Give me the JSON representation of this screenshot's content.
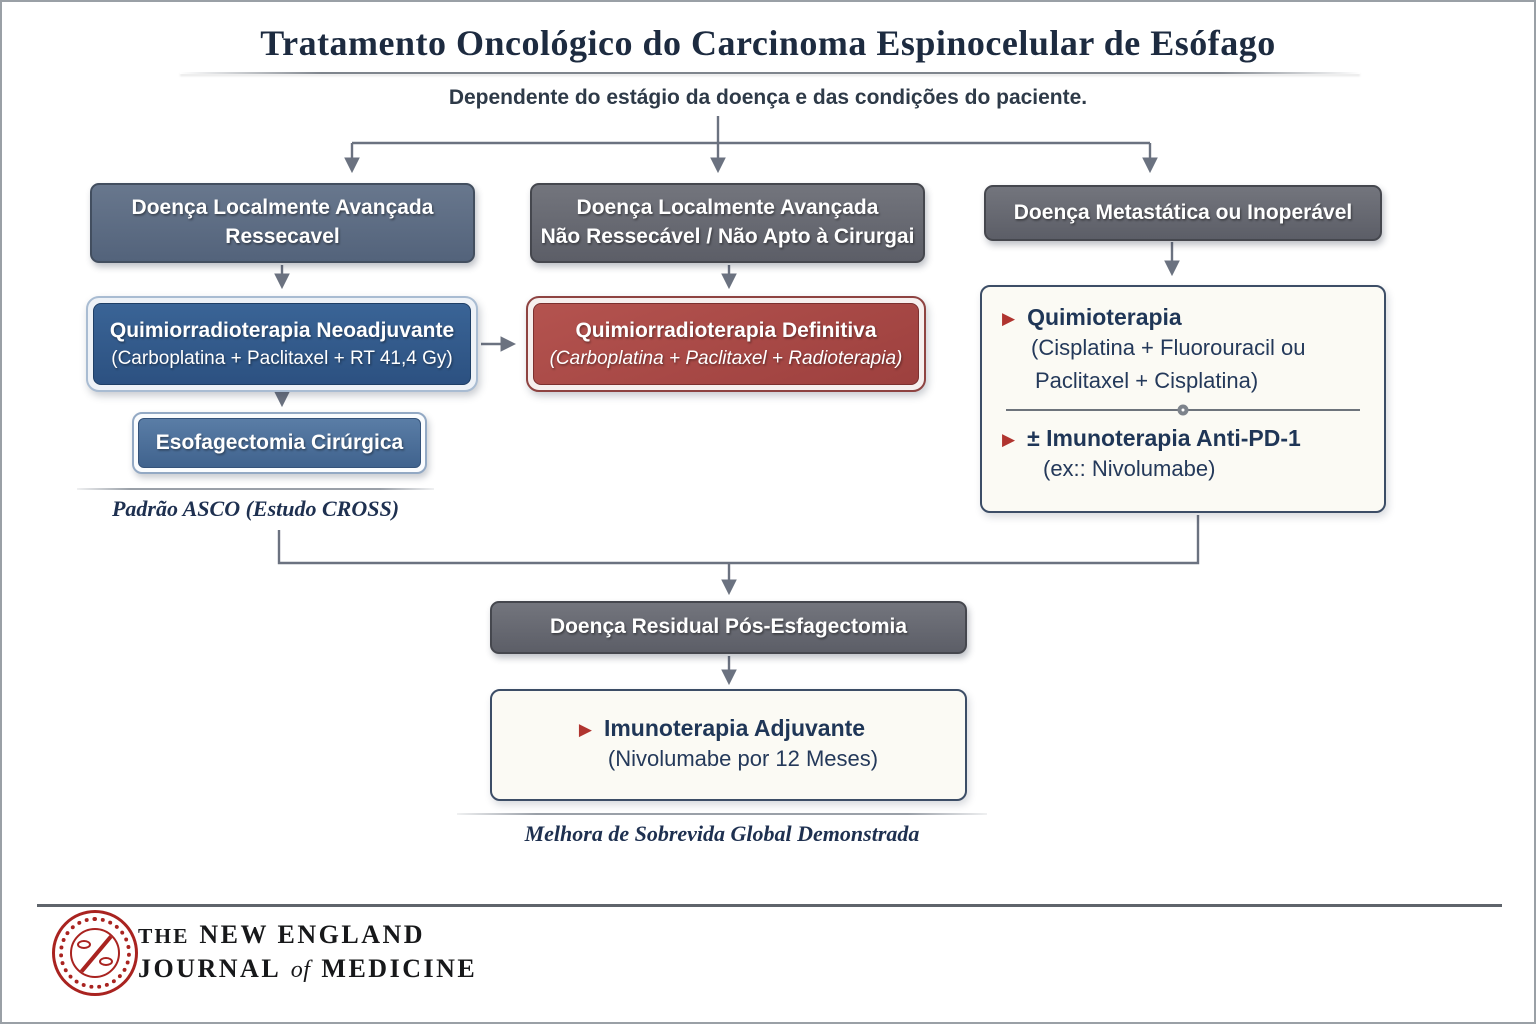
{
  "title": "Tratamento Oncológico do Carcinoma Espinocelular de Esófago",
  "subtitle": "Dependente do estágio da doença e das condições do paciente.",
  "flow": {
    "left": {
      "header_line1": "Doença Localmente Avançada",
      "header_line2": "Ressecavel",
      "treatment_title": "Quimiorradioterapia Neoadjuvante",
      "treatment_detail": "(Carboplatina + Paclitaxel + RT 41,4 Gy)",
      "surgery": "Esofagectomia Cirúrgica",
      "caption": "Padrão ASCO (Estudo CROSS)"
    },
    "middle": {
      "header_line1": "Doença Localmente Avançada",
      "header_line2": "Não Ressecável / Não Apto à Cirurgai",
      "treatment_title": "Quimiorradioterapia Definitiva",
      "treatment_detail": "(Carboplatina + Paclitaxel + Radioterapia)"
    },
    "right": {
      "header": "Doença Metastática ou Inoperável",
      "item1_title": "Quimioterapia",
      "item1_detail_line1": "(Cisplatina + Fluorouracil ou",
      "item1_detail_line2": "Paclitaxel + Cisplatina)",
      "item2_title": "± Imunoterapia Anti-PD-1",
      "item2_detail": "(ex:: Nivolumabe)"
    },
    "bottom": {
      "residual_header": "Doença Residual Pós-Esfagectomia",
      "adjuvant_title": "Imunoterapia Adjuvante",
      "adjuvant_detail": "(Nivolumabe por 12 Meses)",
      "caption": "Melhora de Sobrevida Global Demonstrada"
    }
  },
  "footer": {
    "line1_the": "THE",
    "line1_rest": "NEW ENGLAND",
    "line2_word1": "JOURNAL",
    "line2_of": "of",
    "line2_word2": "MEDICINE"
  },
  "colors": {
    "slate_header": "#5d6b81",
    "gray_header": "#65676f",
    "blue_box": "#2f5988",
    "red_box": "#a94b47",
    "panel_cream": "#fbfaf4",
    "panel_border_navy": "#3c4d66",
    "navy_text": "#23395b",
    "bullet_red": "#b0342f",
    "connector_gray": "#6b7280",
    "seal_red": "#a92320"
  }
}
